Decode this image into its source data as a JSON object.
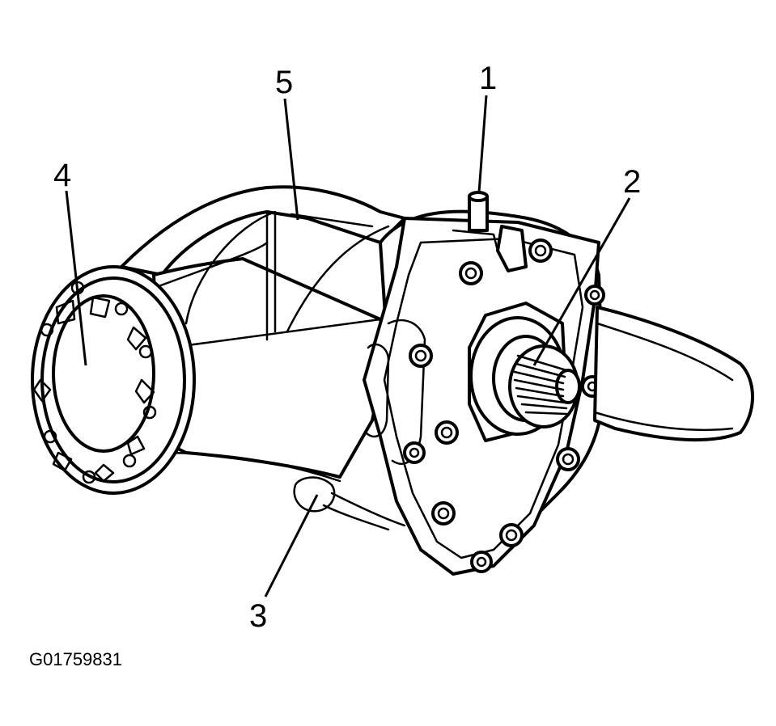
{
  "figure_id": "G01759831",
  "callouts": {
    "c1": "1",
    "c2": "2",
    "c3": "3",
    "c4": "4",
    "c5": "5"
  },
  "colors": {
    "ink": "#000000",
    "paper": "#ffffff"
  }
}
